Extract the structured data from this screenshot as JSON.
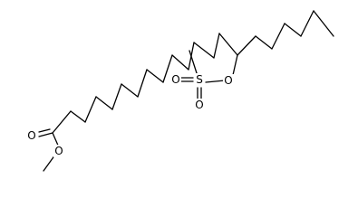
{
  "atoms": {
    "o_carbonyl": "O",
    "o_ester": "O",
    "s": "S",
    "o_sulfonyl_top": "O",
    "o_sulfonyl_bottom": "O",
    "o_bridge": "O"
  },
  "colors": {
    "bond": "#000000",
    "label": "#000000",
    "background": "#ffffff"
  }
}
